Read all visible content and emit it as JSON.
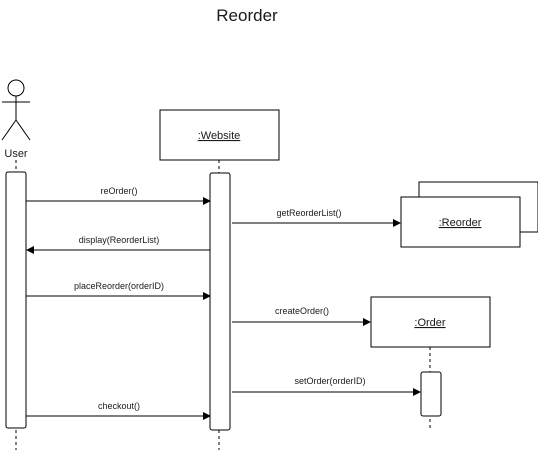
{
  "title": "Reorder",
  "actor": {
    "label": "User"
  },
  "objects": {
    "website": ":Website",
    "reorder": ":Reorder",
    "order": ":Order"
  },
  "messages": [
    {
      "label": "reOrder()",
      "from": "User",
      "to": ":Website",
      "direction": "right"
    },
    {
      "label": "getReorderList()",
      "from": ":Website",
      "to": ":Reorder",
      "direction": "right"
    },
    {
      "label": "display(ReorderList)",
      "from": ":Website",
      "to": "User",
      "direction": "left"
    },
    {
      "label": "placeReorder(orderID)",
      "from": "User",
      "to": ":Website",
      "direction": "right"
    },
    {
      "label": "createOrder()",
      "from": ":Website",
      "to": ":Order",
      "direction": "right"
    },
    {
      "label": "setOrder(orderID)",
      "from": ":Website",
      "to": ":Order",
      "direction": "right"
    },
    {
      "label": "checkout()",
      "from": "User",
      "to": ":Website",
      "direction": "right"
    }
  ]
}
